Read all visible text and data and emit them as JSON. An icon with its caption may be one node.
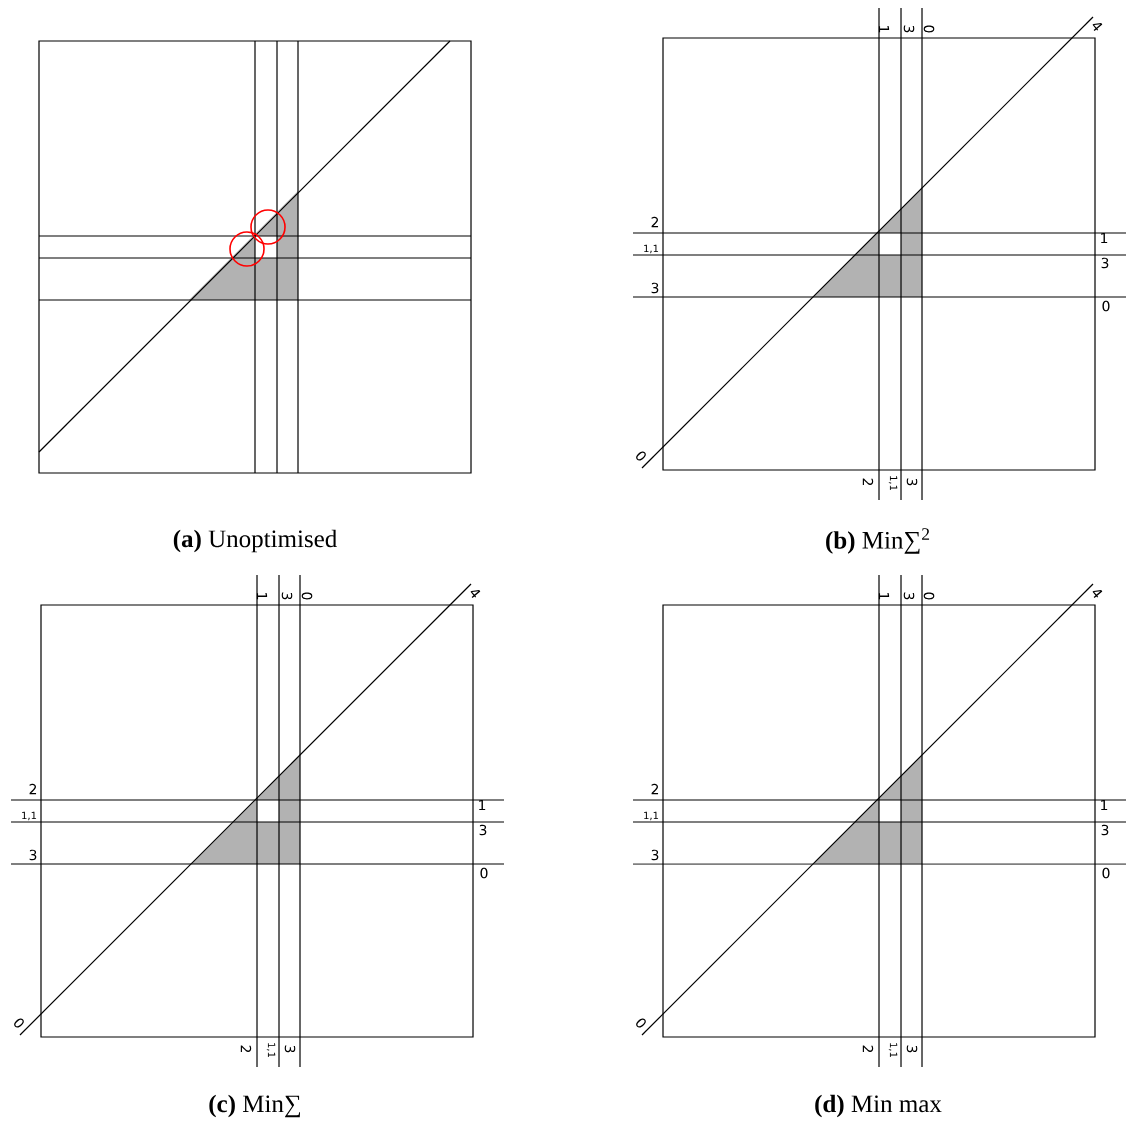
{
  "diagram": {
    "labels": [
      "**(a)** Unoptimised",
      "1",
      "3",
      "0",
      "4",
      "2",
      "1",
      "1,1",
      "3",
      "3",
      "0",
      "0",
      "2",
      "1,1",
      "3",
      "**(b)** Min∑$^{2}$",
      "1",
      "3",
      "0",
      "4",
      "2",
      "1",
      "1,1",
      "3",
      "3",
      "0",
      "0",
      "2",
      "1,1",
      "3",
      "**(c)** Min∑",
      "1",
      "3",
      "0",
      "4",
      "2",
      "1",
      "1,1",
      "3",
      "3",
      "0",
      "0",
      "2",
      "1,1",
      "3",
      "**(d)** Min max"
    ]
  }
}
